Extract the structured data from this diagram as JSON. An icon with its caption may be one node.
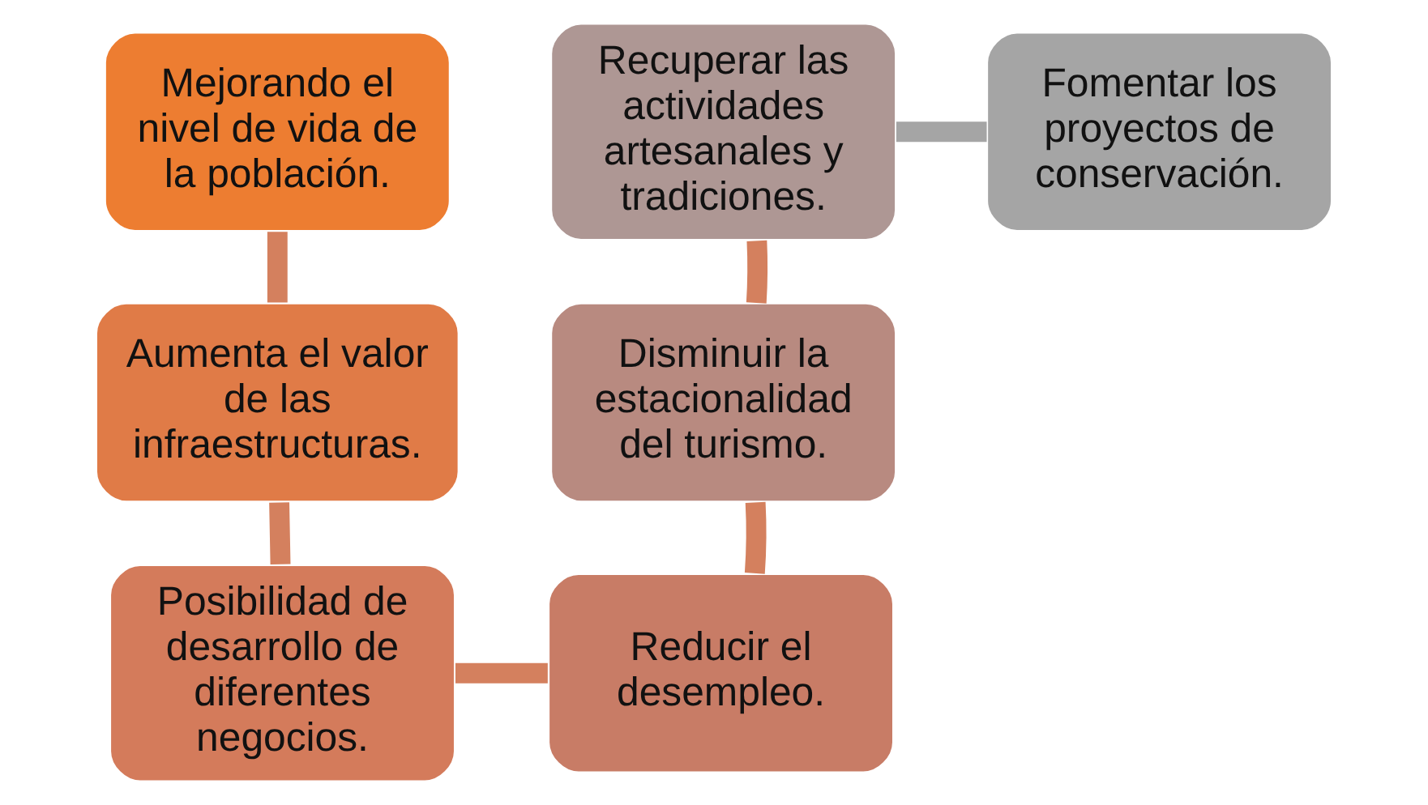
{
  "diagram": {
    "nodes": [
      {
        "text": [
          "Mejorando el nivel de vida de la población."
        ]
      },
      {
        "text": [
          "Aumenta el valor de las infraestructuras."
        ]
      },
      {
        "text": [
          "Posibilidad de desarrollo de diferentes negocios."
        ]
      },
      {
        "text": [
          "Reducir el desempleo."
        ]
      },
      {
        "text": [
          "Disminuir la estacionalidad del turismo."
        ]
      },
      {
        "text": [
          "Recuperar las actividades artesanales y tradiciones."
        ]
      },
      {
        "text": [
          "Fomentar los proyectos de conservación."
        ]
      }
    ],
    "edges": [
      {
        "from": 0,
        "to": 1,
        "arrow": "none"
      },
      {
        "from": 1,
        "to": 2,
        "arrow": "none"
      },
      {
        "from": 2,
        "to": 3,
        "arrow": "none"
      },
      {
        "from": 3,
        "to": 4,
        "arrow": "none"
      },
      {
        "from": 4,
        "to": 5,
        "arrow": "none"
      },
      {
        "from": 5,
        "to": 6,
        "arrow": "none",
        "color": "#a5a5a5"
      }
    ]
  }
}
